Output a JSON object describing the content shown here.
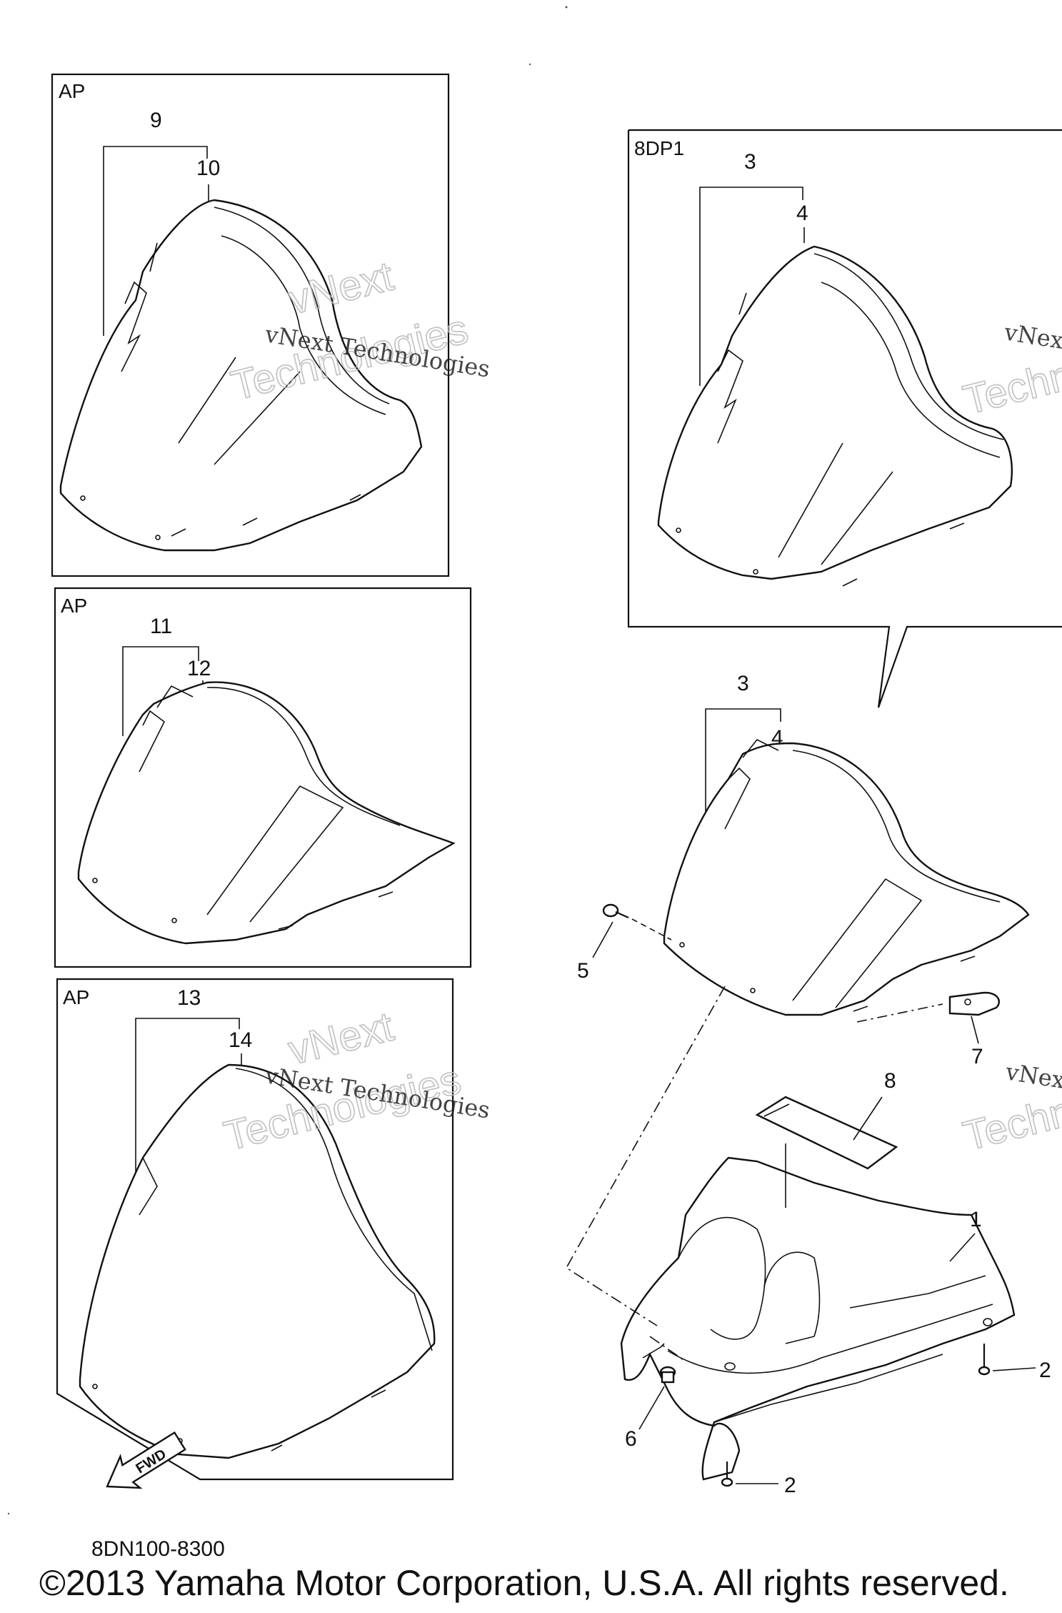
{
  "boxes": {
    "ap1": "AP",
    "ap2": "AP",
    "ap3": "AP",
    "dp1": "8DP1"
  },
  "callouts": {
    "c9": "9",
    "c10": "10",
    "c11": "11",
    "c12": "12",
    "c13": "13",
    "c14": "14",
    "c3a": "3",
    "c4a": "4",
    "c3b": "3",
    "c4b": "4",
    "c5": "5",
    "c7": "7",
    "c8": "8",
    "c1": "1",
    "c2a": "2",
    "c2b": "2",
    "c6": "6"
  },
  "watermark": {
    "line1": "vNext Technologies",
    "line2a": "vNext",
    "line2b": "Technologies"
  },
  "fwd_label": "FWD",
  "drawing_code": "8DN100-8300",
  "copyright": "©2013 Yamaha Motor Corporation, U.S.A. All rights reserved."
}
